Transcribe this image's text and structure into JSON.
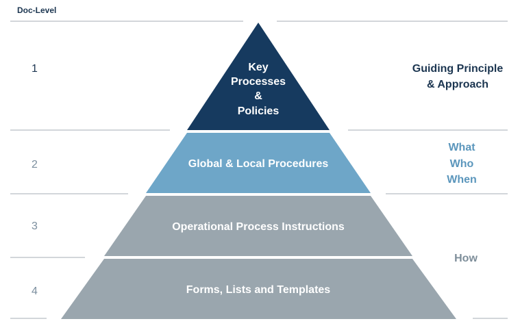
{
  "header": {
    "label": "Doc-Level"
  },
  "levels": [
    {
      "number": "1",
      "tier_lines": [
        "Key",
        "Processes",
        "&",
        "Policies"
      ],
      "side_lines": [
        "Guiding Principle",
        "& Approach"
      ]
    },
    {
      "number": "2",
      "tier_lines": [
        "Global & Local Procedures"
      ],
      "side_lines": [
        "What",
        "Who",
        "When"
      ]
    },
    {
      "number": "3",
      "tier_lines": [
        "Operational Process Instructions"
      ],
      "side_lines": []
    },
    {
      "number": "4",
      "tier_lines": [
        "Forms, Lists and Templates"
      ],
      "side_lines": []
    }
  ],
  "shared_side_label": "How",
  "colors": {
    "tier1": "#163a5f",
    "tier2": "#6ea6c8",
    "tier3": "#9aa6ae",
    "tier4": "#9aa6ae",
    "tier_text": "#ffffff",
    "line": "#b8bec3",
    "number_dark": "#1b3550",
    "number_light": "#7b8e9e",
    "side_dark": "#1b3550",
    "side_blue": "#5b96bc",
    "side_gray": "#7e8e9a"
  }
}
